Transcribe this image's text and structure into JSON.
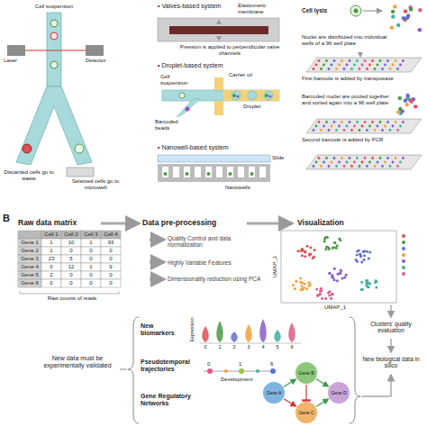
{
  "diagram": {
    "nodes": [
      {
        "text": [
          "Gene B"
        ]
      },
      {
        "text": [
          "Gene A"
        ]
      },
      {
        "text": [
          "Gene D"
        ]
      },
      {
        "text": [
          "Gene C"
        ]
      }
    ],
    "edges": [
      {
        "from": 1,
        "to": 0,
        "arrow": "to"
      },
      {
        "from": 0,
        "to": 2,
        "arrow": "to"
      },
      {
        "from": 0,
        "to": 3,
        "arrow": "to"
      },
      {
        "from": 1,
        "to": 3,
        "arrow": "to"
      },
      {
        "from": 3,
        "to": 2,
        "arrow": "to"
      }
    ],
    "labels": [
      "Cell suspension",
      "Laser",
      "Detector",
      "Discarded cells go to waste",
      "Selected cells go to microwell",
      "• Valves-based system",
      "Elastomeric membrane",
      "Pression is applied to perpendicular valve channels",
      "• Droplet-based system",
      "Cell suspension",
      "Carrier oil",
      "Barcoded beads",
      "Droplet",
      "• Nanowell-based system",
      "Slide",
      "Nanowells",
      "Cell lysis",
      "Nuclei are distributed into individual wells of a 96 well plate",
      "First barcode is added by transposase",
      "Barcoded nuclei are pooled together and sorted again into a 96 well plate",
      "Second barcode is added by PCR",
      "B",
      "Raw data matrix",
      "Cell 1",
      "Cell 2",
      "Cell 3",
      "Cell 4",
      "Gene 1",
      "1",
      "10",
      "1",
      "93",
      "Gene 2",
      "1",
      "0",
      "0",
      "0",
      "Gene 3",
      "23",
      "5",
      "0",
      "0",
      "Gene 4",
      "0",
      "12",
      "1",
      "9",
      "Gene 5",
      "2",
      "0",
      "0",
      "0",
      "Gene 6",
      "0",
      "0",
      "0",
      "0",
      "Raw counts of reads",
      "Data pre-processing",
      "Quality Control and data normalization",
      "Highly Variable Features",
      "Dimensionality reduction using PCA",
      "Visualization",
      "UMAP_2",
      "UMAP_1",
      "Clusters' quality evaluation",
      "New biological data in silico",
      "New data must be experimentally validated",
      "New biomarkers",
      "Expression",
      "0",
      "1",
      "2",
      "3",
      "4",
      "5",
      "6",
      "Pseudotemporal trajectories",
      "0",
      "1",
      "6",
      "Development",
      "Gene Regulatory Networks"
    ]
  }
}
